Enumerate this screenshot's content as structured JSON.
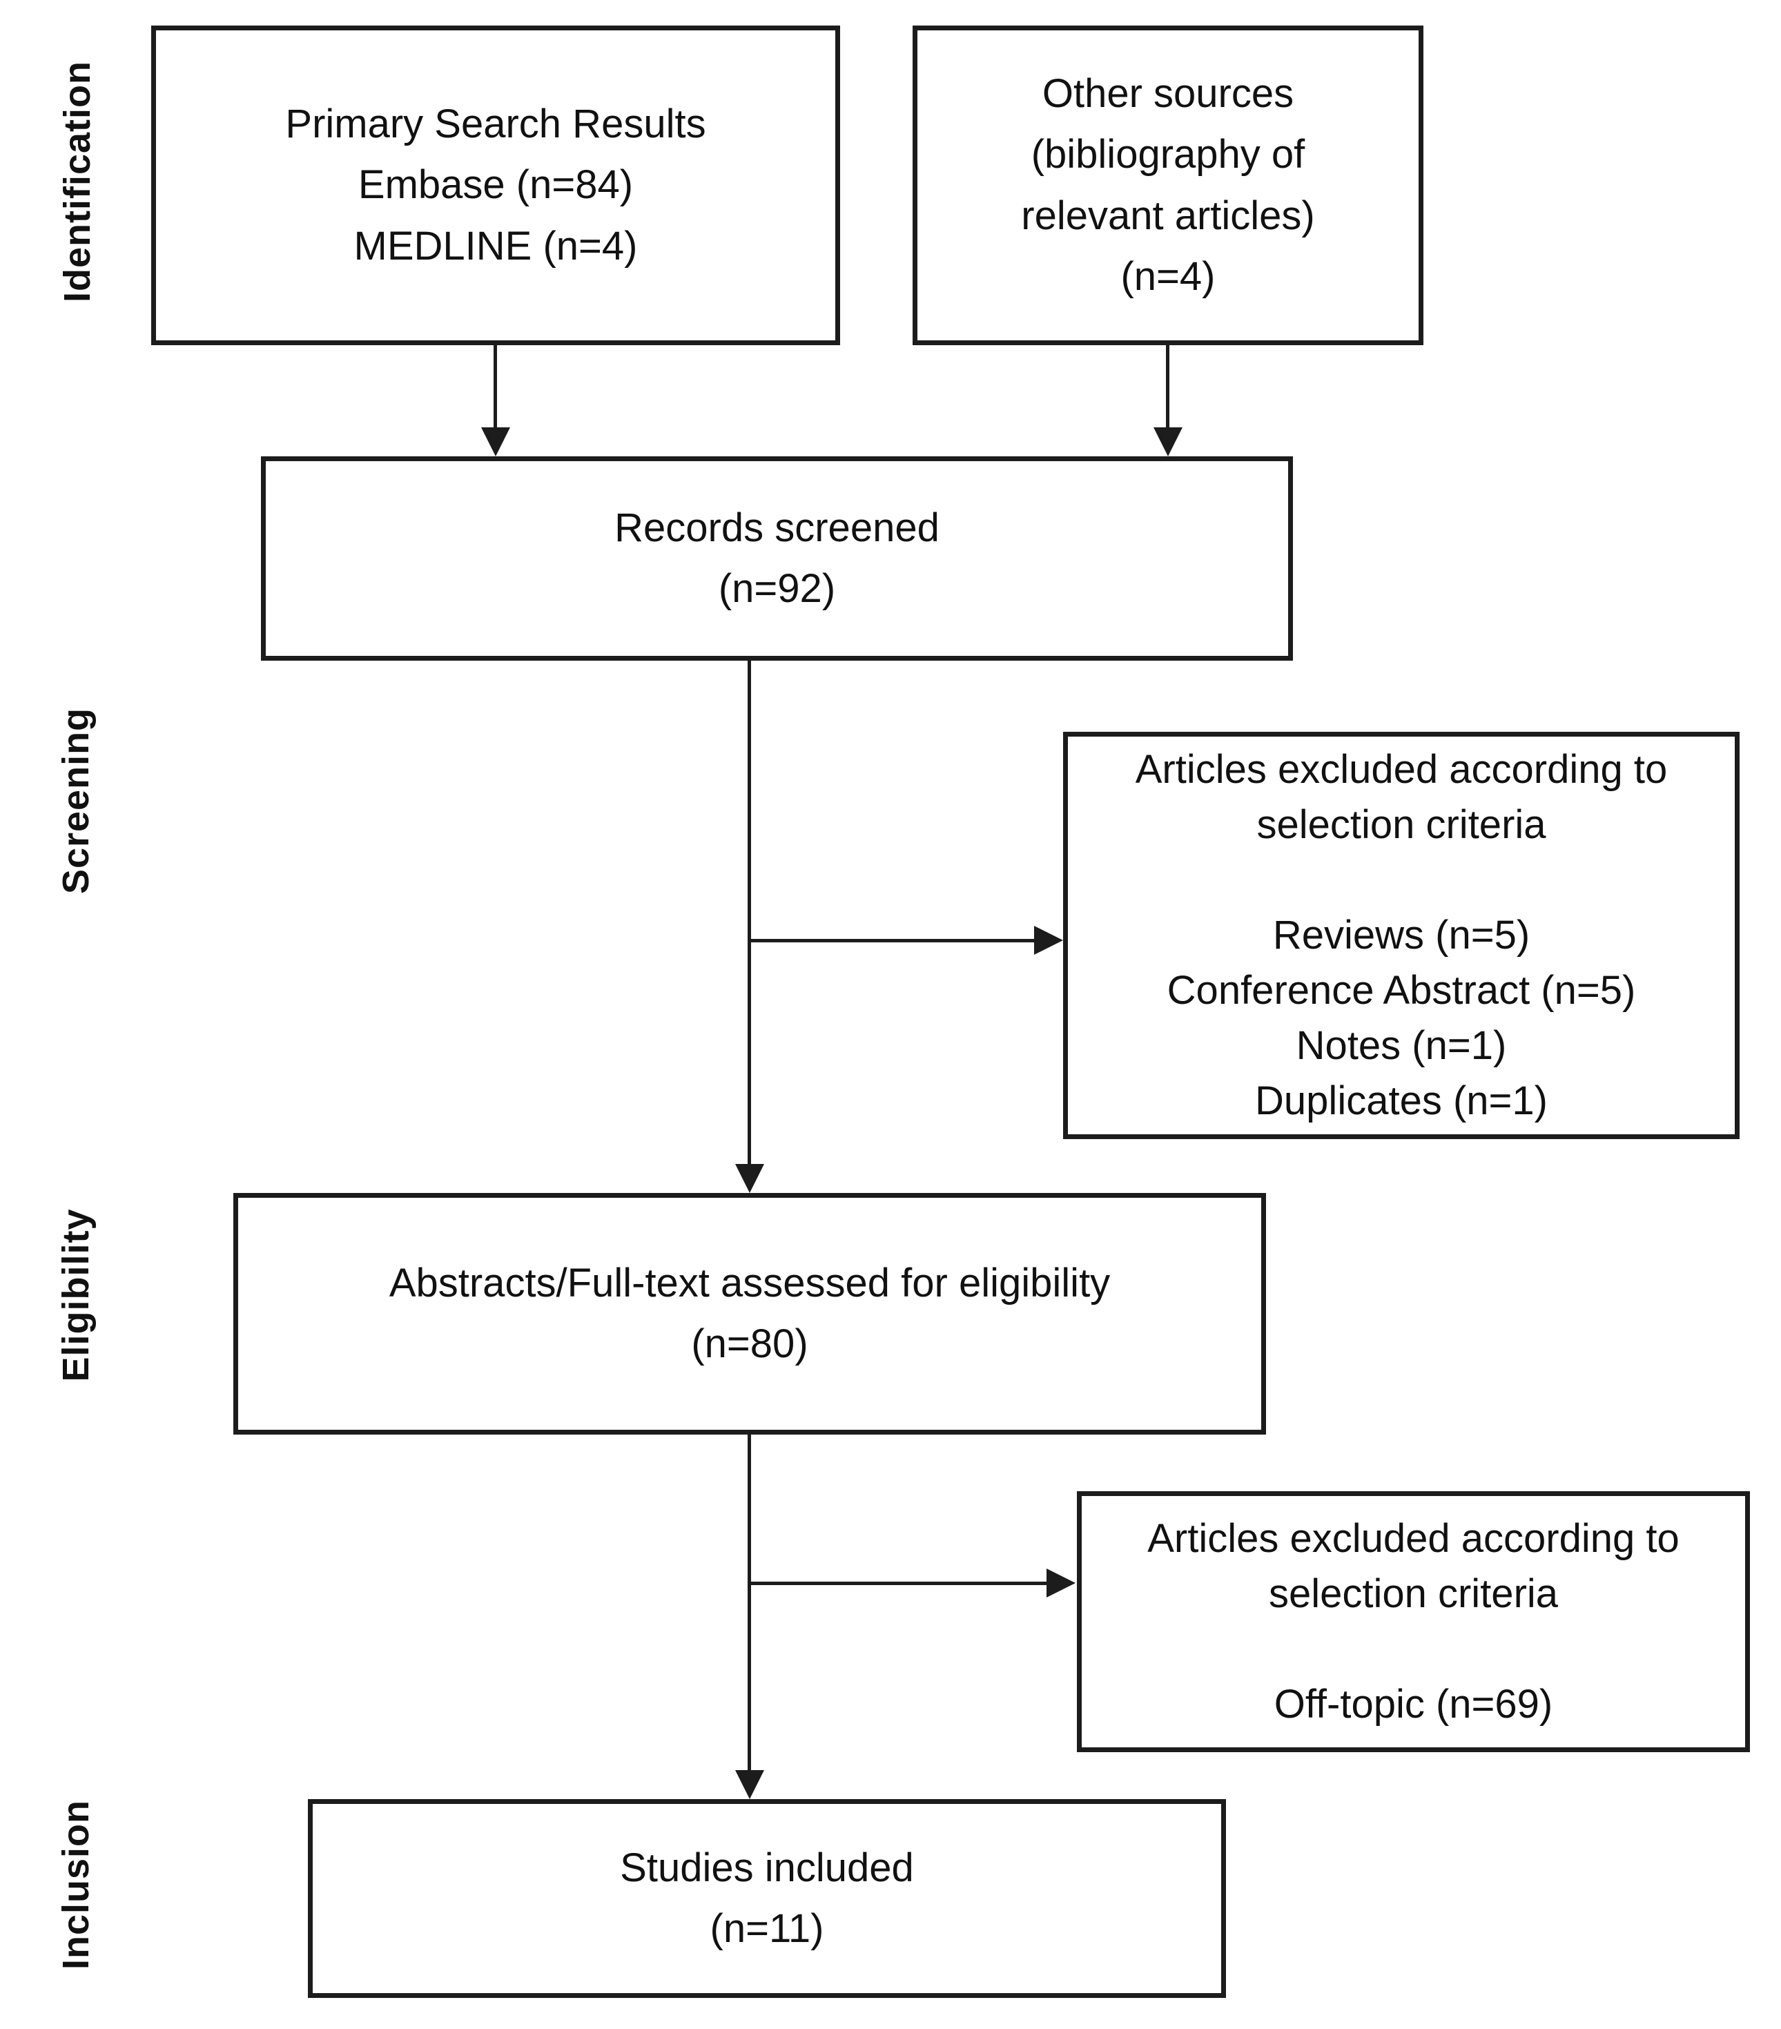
{
  "diagram": {
    "stage_labels": [
      {
        "text": "Identification"
      },
      {
        "text": "Screening"
      },
      {
        "text": "Eligibility"
      },
      {
        "text": "Inclusion"
      }
    ],
    "boxes": {
      "primary_search": {
        "lines": [
          "Primary Search Results",
          "Embase (n=84)",
          "MEDLINE (n=4)"
        ]
      },
      "other_sources": {
        "lines": [
          "Other sources",
          "(bibliography of",
          "relevant articles)",
          "(n=4)"
        ]
      },
      "records_screened": {
        "lines": [
          "Records screened",
          "(n=92)"
        ]
      },
      "excluded_screening": {
        "lines": [
          "Articles excluded according to",
          "selection criteria",
          "",
          "Reviews (n=5)",
          "Conference Abstract (n=5)",
          "Notes (n=1)",
          "Duplicates (n=1)"
        ]
      },
      "fulltext_assessed": {
        "lines": [
          "Abstracts/Full-text assessed for eligibility",
          "(n=80)"
        ]
      },
      "excluded_eligibility": {
        "lines": [
          "Articles excluded according to",
          "selection criteria",
          "",
          "Off-topic (n=69)"
        ]
      },
      "studies_included": {
        "lines": [
          "Studies included",
          "(n=11)"
        ]
      }
    },
    "colors": {
      "line": "#1c1c1c",
      "text": "#111111",
      "background": "#ffffff"
    }
  }
}
